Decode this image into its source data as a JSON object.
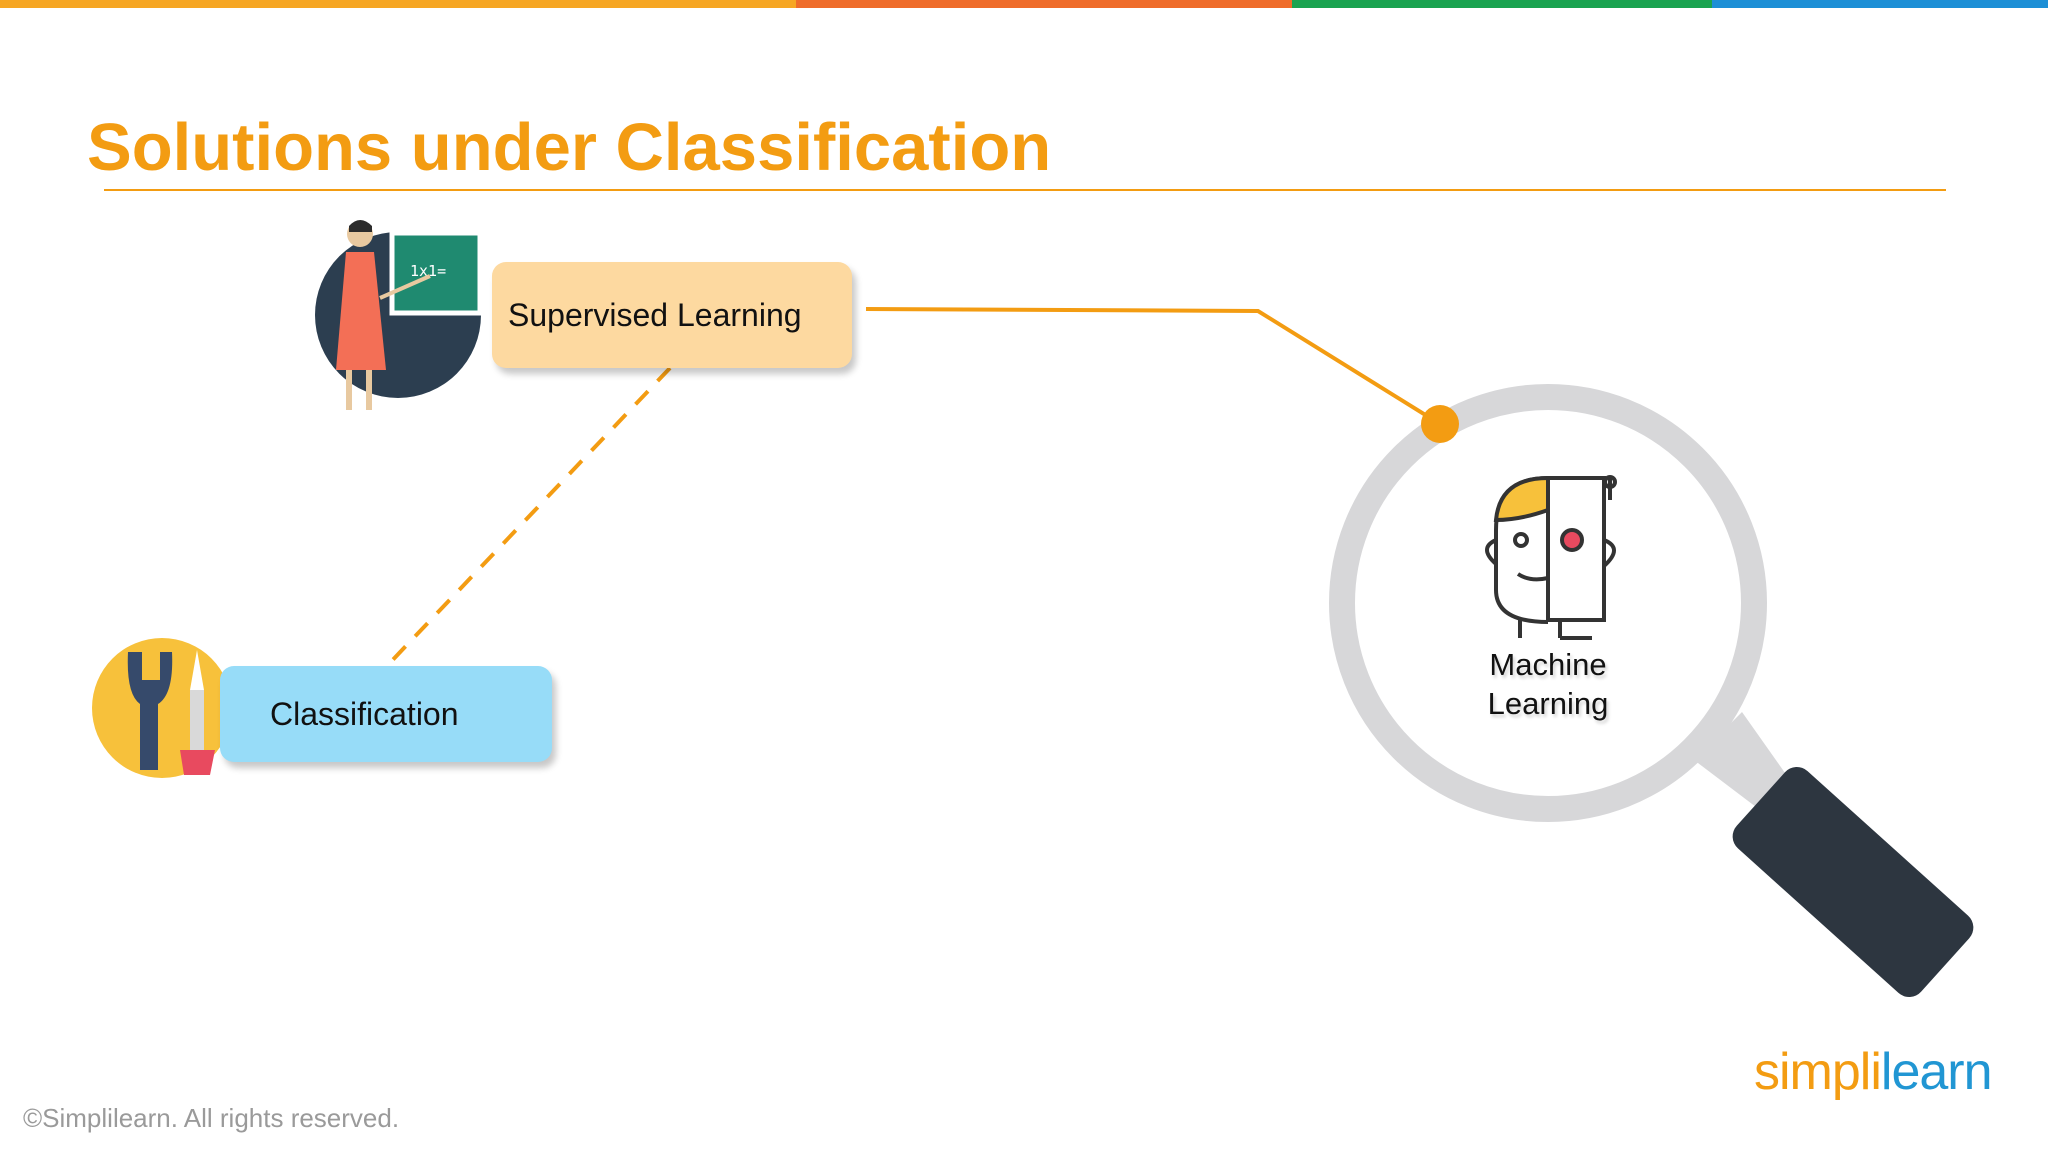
{
  "slide": {
    "title": "Solutions under Classification",
    "nodes": {
      "supervised": "Supervised Learning",
      "classification": "Classification",
      "machine_learning_line1": "Machine",
      "machine_learning_line2": "Learning"
    },
    "footer": {
      "copyright": "©Simplilearn. All rights reserved.",
      "logo_part1": "simpl",
      "logo_part2": "i",
      "logo_part3": "learn"
    }
  },
  "icons": {
    "teacher": "teacher-at-board-icon",
    "tools": "wrench-screwdriver-icon",
    "robot": "human-robot-face-icon",
    "magnifier": "magnifying-glass-icon"
  },
  "colors": {
    "title": "#f39c12",
    "bar_yellow": "#f6a623",
    "bar_orange": "#ef6c2a",
    "bar_green": "#1aa350",
    "bar_blue": "#1d8fd6",
    "supervised_box": "#fdd9a0",
    "classification_box": "#97dcf8",
    "connector": "#f39c12",
    "magnifier_ring": "#d7d7d9",
    "magnifier_handle": "#2d3640",
    "logo_orange": "#f39c12",
    "logo_blue": "#2196d3",
    "footer_text": "#9a9a9a"
  }
}
